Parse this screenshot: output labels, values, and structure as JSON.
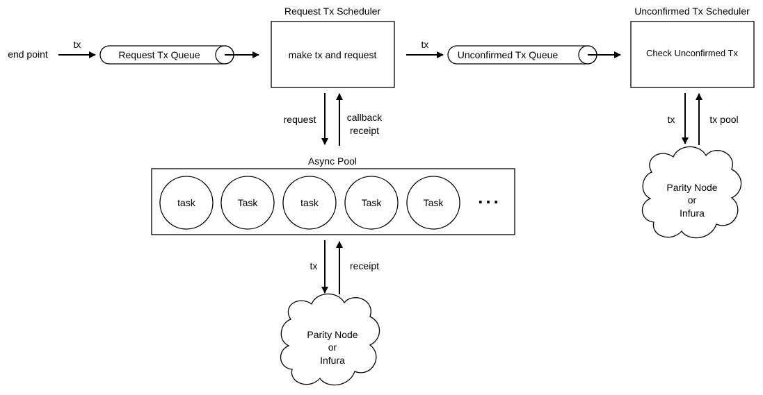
{
  "labels": {
    "endpoint": "end point",
    "tx_in": "tx",
    "request_queue": "Request Tx Queue",
    "request_scheduler_title": "Request Tx Scheduler",
    "request_scheduler_body": "make tx and request",
    "tx_mid": "tx",
    "unconfirmed_queue": "Unconfirmed Tx Queue",
    "unconfirmed_scheduler_title": "Unconfirmed Tx Scheduler",
    "unconfirmed_scheduler_body": "Check Unconfirmed Tx",
    "request": "request",
    "callback_line1": "callback",
    "callback_line2": "receipt",
    "async_pool_title": "Async Pool",
    "tasks": [
      "task",
      "Task",
      "task",
      "Task",
      "Task"
    ],
    "ellipsis": "...",
    "tx_down": "tx",
    "receipt": "receipt",
    "node_bottom_line1": "Parity Node",
    "node_bottom_line2": "or",
    "node_bottom_line3": "Infura",
    "tx_right": "tx",
    "tx_pool": "tx pool",
    "node_right_line1": "Parity Node",
    "node_right_line2": "or",
    "node_right_line3": "Infura"
  }
}
